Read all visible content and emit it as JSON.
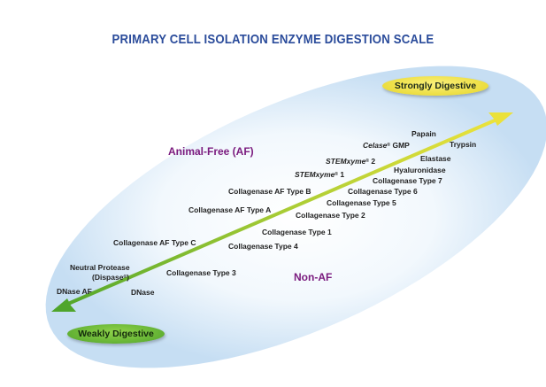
{
  "title": "PRIMARY CELL ISOLATION ENZYME DIGESTION SCALE",
  "scale": {
    "high": "Strongly Digestive",
    "low": "Weakly Digestive"
  },
  "categories": {
    "animal_free": "Animal-Free (AF)",
    "non_af": "Non-AF"
  },
  "enzymes_af": {
    "celase": "Celase",
    "celase_suffix": "GMP",
    "stemxyme2": "STEMxyme",
    "stemxyme2_suffix": "2",
    "stemxyme1": "STEMxyme",
    "stemxyme1_suffix": "1",
    "coll_af_b": "Collagenase AF Type B",
    "coll_af_a": "Collagenase AF Type A",
    "coll_af_c": "Collagenase AF Type C",
    "neutral_protease": "Neutral Protease",
    "dispase": "(Dispase",
    "dnase_af": "DNase AF"
  },
  "enzymes_non_af": {
    "papain": "Papain",
    "trypsin": "Trypsin",
    "elastase": "Elastase",
    "hyaluronidase": "Hyaluronidase",
    "coll7": "Collagenase Type 7",
    "coll6": "Collagenase Type 6",
    "coll5": "Collagenase Type 5",
    "coll2": "Collagenase Type 2",
    "coll1": "Collagenase Type 1",
    "coll4": "Collagenase Type 4",
    "coll3": "Collagenase Type 3",
    "dnase": "DNase"
  },
  "symbols": {
    "registered": "®",
    "close_paren": ")"
  },
  "colors": {
    "title": "#2b4c9b",
    "category": "#7a1a7e",
    "ellipse": "#cfe4f5",
    "arrow_high": "#e9e23a",
    "arrow_low": "#5aae2e"
  }
}
